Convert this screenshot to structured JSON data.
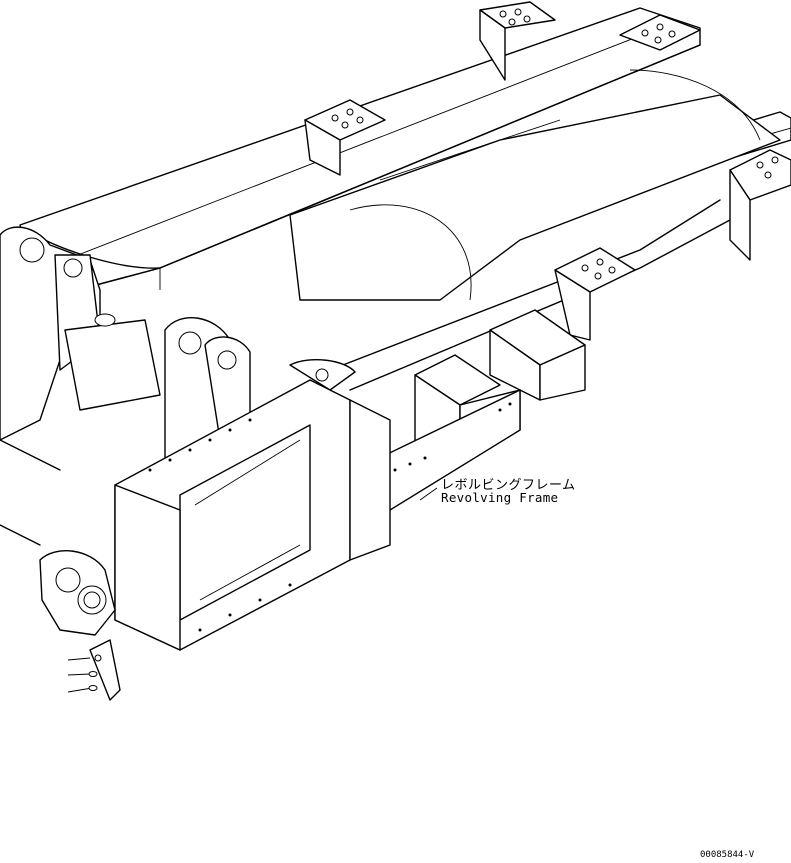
{
  "callout": {
    "label_jp": "レボルビングフレーム",
    "label_en": "Revolving Frame"
  },
  "drawing_number": "00085844-V"
}
